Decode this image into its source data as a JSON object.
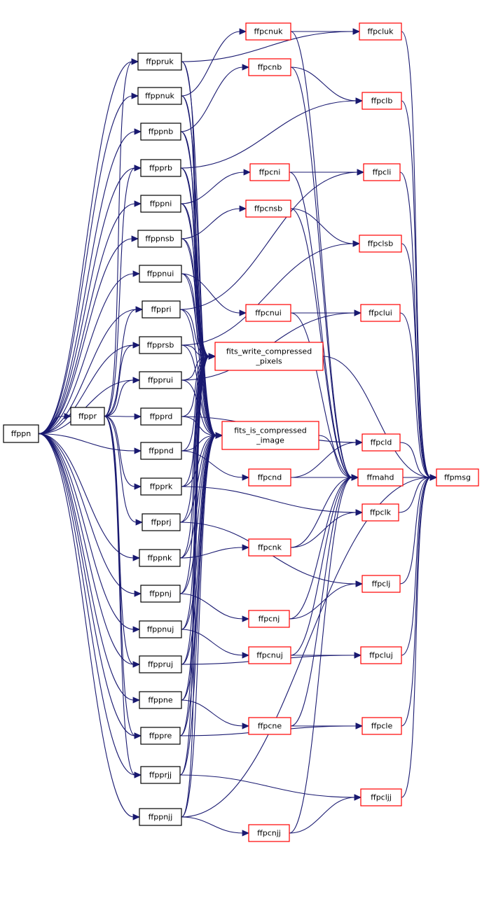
{
  "colors": {
    "edge": "#191970",
    "root_fill": "#bfbfbf",
    "root_stroke": "#000000",
    "mid_stroke": "#000000",
    "leaf_stroke": "#ff0000"
  },
  "graph": {
    "nodes": [
      {
        "id": "ffppn",
        "label": "ffppn",
        "kind": "root"
      },
      {
        "id": "ffppr",
        "label": "ffppr",
        "kind": "mid"
      },
      {
        "id": "ffppruk",
        "label": "ffppruk",
        "kind": "mid"
      },
      {
        "id": "ffppnuk",
        "label": "ffppnuk",
        "kind": "mid"
      },
      {
        "id": "ffppnb",
        "label": "ffppnb",
        "kind": "mid"
      },
      {
        "id": "ffpprb",
        "label": "ffpprb",
        "kind": "mid"
      },
      {
        "id": "ffppni",
        "label": "ffppni",
        "kind": "mid"
      },
      {
        "id": "ffppnsb",
        "label": "ffppnsb",
        "kind": "mid"
      },
      {
        "id": "ffppnui",
        "label": "ffppnui",
        "kind": "mid"
      },
      {
        "id": "ffppri",
        "label": "ffppri",
        "kind": "mid"
      },
      {
        "id": "ffpprsb",
        "label": "ffpprsb",
        "kind": "mid"
      },
      {
        "id": "ffpprui",
        "label": "ffpprui",
        "kind": "mid"
      },
      {
        "id": "ffpprd",
        "label": "ffpprd",
        "kind": "mid"
      },
      {
        "id": "ffppnd",
        "label": "ffppnd",
        "kind": "mid"
      },
      {
        "id": "ffpprk",
        "label": "ffpprk",
        "kind": "mid"
      },
      {
        "id": "ffpprj",
        "label": "ffpprj",
        "kind": "mid"
      },
      {
        "id": "ffppnk",
        "label": "ffppnk",
        "kind": "mid"
      },
      {
        "id": "ffppnj",
        "label": "ffppnj",
        "kind": "mid"
      },
      {
        "id": "ffppnuj",
        "label": "ffppnuj",
        "kind": "mid"
      },
      {
        "id": "ffppruj",
        "label": "ffppruj",
        "kind": "mid"
      },
      {
        "id": "ffppne",
        "label": "ffppne",
        "kind": "mid"
      },
      {
        "id": "ffppre",
        "label": "ffppre",
        "kind": "mid"
      },
      {
        "id": "ffpprjj",
        "label": "ffpprjj",
        "kind": "mid"
      },
      {
        "id": "ffppnjj",
        "label": "ffppnjj",
        "kind": "mid"
      },
      {
        "id": "ffpcnuk",
        "label": "ffpcnuk",
        "kind": "leaf"
      },
      {
        "id": "ffpcnb",
        "label": "ffpcnb",
        "kind": "leaf"
      },
      {
        "id": "ffpcni",
        "label": "ffpcni",
        "kind": "leaf"
      },
      {
        "id": "ffpcnsb",
        "label": "ffpcnsb",
        "kind": "leaf"
      },
      {
        "id": "ffpcnui",
        "label": "ffpcnui",
        "kind": "leaf"
      },
      {
        "id": "fits_write_compressed_pixels",
        "label": "fits_write_compressed\n_pixels",
        "kind": "leaf"
      },
      {
        "id": "fits_is_compressed_image",
        "label": "fits_is_compressed\n_image",
        "kind": "leaf"
      },
      {
        "id": "ffpcnd",
        "label": "ffpcnd",
        "kind": "leaf"
      },
      {
        "id": "ffpcnk",
        "label": "ffpcnk",
        "kind": "leaf"
      },
      {
        "id": "ffpcnj",
        "label": "ffpcnj",
        "kind": "leaf"
      },
      {
        "id": "ffpcnuj",
        "label": "ffpcnuj",
        "kind": "leaf"
      },
      {
        "id": "ffpcne",
        "label": "ffpcne",
        "kind": "leaf"
      },
      {
        "id": "ffpcnjj",
        "label": "ffpcnjj",
        "kind": "leaf"
      },
      {
        "id": "ffpcluk",
        "label": "ffpcluk",
        "kind": "leaf"
      },
      {
        "id": "ffpclb",
        "label": "ffpclb",
        "kind": "leaf"
      },
      {
        "id": "ffpcli",
        "label": "ffpcli",
        "kind": "leaf"
      },
      {
        "id": "ffpclsb",
        "label": "ffpclsb",
        "kind": "leaf"
      },
      {
        "id": "ffpclui",
        "label": "ffpclui",
        "kind": "leaf"
      },
      {
        "id": "ffpcld",
        "label": "ffpcld",
        "kind": "leaf"
      },
      {
        "id": "ffmahd",
        "label": "ffmahd",
        "kind": "leaf"
      },
      {
        "id": "ffpclk",
        "label": "ffpclk",
        "kind": "leaf"
      },
      {
        "id": "ffpclj",
        "label": "ffpclj",
        "kind": "leaf"
      },
      {
        "id": "ffpcluj",
        "label": "ffpcluj",
        "kind": "leaf"
      },
      {
        "id": "ffpcle",
        "label": "ffpcle",
        "kind": "leaf"
      },
      {
        "id": "ffpcljj",
        "label": "ffpcljj",
        "kind": "leaf"
      },
      {
        "id": "ffpmsg",
        "label": "ffpmsg",
        "kind": "leaf"
      }
    ],
    "edges": [
      [
        "ffppn",
        "ffppr"
      ],
      [
        "ffppn",
        "ffppruk"
      ],
      [
        "ffppn",
        "ffppnuk"
      ],
      [
        "ffppn",
        "ffppnb"
      ],
      [
        "ffppn",
        "ffpprb"
      ],
      [
        "ffppn",
        "ffppni"
      ],
      [
        "ffppn",
        "ffppnsb"
      ],
      [
        "ffppn",
        "ffppnui"
      ],
      [
        "ffppn",
        "ffppri"
      ],
      [
        "ffppn",
        "ffpprsb"
      ],
      [
        "ffppn",
        "ffpprui"
      ],
      [
        "ffppn",
        "ffppnd"
      ],
      [
        "ffppn",
        "ffppnk"
      ],
      [
        "ffppn",
        "ffppnj"
      ],
      [
        "ffppn",
        "ffppnuj"
      ],
      [
        "ffppn",
        "ffppruj"
      ],
      [
        "ffppn",
        "ffppne"
      ],
      [
        "ffppn",
        "ffppre"
      ],
      [
        "ffppn",
        "ffpprjj"
      ],
      [
        "ffppn",
        "ffppnjj"
      ],
      [
        "ffppr",
        "ffppruk"
      ],
      [
        "ffppr",
        "ffpprb"
      ],
      [
        "ffppr",
        "ffppri"
      ],
      [
        "ffppr",
        "ffpprsb"
      ],
      [
        "ffppr",
        "ffpprui"
      ],
      [
        "ffppr",
        "ffpprd"
      ],
      [
        "ffppr",
        "ffpprk"
      ],
      [
        "ffppr",
        "ffpprj"
      ],
      [
        "ffppr",
        "ffppruj"
      ],
      [
        "ffppr",
        "ffppre"
      ],
      [
        "ffppr",
        "ffpprjj"
      ],
      [
        "ffppruk",
        "ffpcluk"
      ],
      [
        "ffppruk",
        "fits_write_compressed_pixels"
      ],
      [
        "ffppruk",
        "fits_is_compressed_image"
      ],
      [
        "ffppnuk",
        "ffpcnuk"
      ],
      [
        "ffppnuk",
        "fits_write_compressed_pixels"
      ],
      [
        "ffppnuk",
        "fits_is_compressed_image"
      ],
      [
        "ffppnb",
        "ffpcnb"
      ],
      [
        "ffppnb",
        "fits_write_compressed_pixels"
      ],
      [
        "ffppnb",
        "fits_is_compressed_image"
      ],
      [
        "ffpprb",
        "ffpclb"
      ],
      [
        "ffpprb",
        "fits_write_compressed_pixels"
      ],
      [
        "ffpprb",
        "fits_is_compressed_image"
      ],
      [
        "ffppni",
        "ffpcni"
      ],
      [
        "ffppni",
        "fits_write_compressed_pixels"
      ],
      [
        "ffppni",
        "fits_is_compressed_image"
      ],
      [
        "ffppnsb",
        "ffpcnsb"
      ],
      [
        "ffppnsb",
        "fits_write_compressed_pixels"
      ],
      [
        "ffppnsb",
        "fits_is_compressed_image"
      ],
      [
        "ffppnui",
        "ffpcnui"
      ],
      [
        "ffppnui",
        "fits_write_compressed_pixels"
      ],
      [
        "ffppnui",
        "fits_is_compressed_image"
      ],
      [
        "ffppri",
        "ffpcli"
      ],
      [
        "ffppri",
        "fits_write_compressed_pixels"
      ],
      [
        "ffppri",
        "fits_is_compressed_image"
      ],
      [
        "ffpprsb",
        "ffpclsb"
      ],
      [
        "ffpprsb",
        "fits_write_compressed_pixels"
      ],
      [
        "ffpprsb",
        "fits_is_compressed_image"
      ],
      [
        "ffpprui",
        "ffpclui"
      ],
      [
        "ffpprui",
        "fits_write_compressed_pixels"
      ],
      [
        "ffpprui",
        "fits_is_compressed_image"
      ],
      [
        "ffpprd",
        "ffpcld"
      ],
      [
        "ffpprd",
        "fits_write_compressed_pixels"
      ],
      [
        "ffpprd",
        "fits_is_compressed_image"
      ],
      [
        "ffppnd",
        "ffpcnd"
      ],
      [
        "ffppnd",
        "fits_write_compressed_pixels"
      ],
      [
        "ffppnd",
        "fits_is_compressed_image"
      ],
      [
        "ffpprk",
        "ffpclk"
      ],
      [
        "ffpprk",
        "fits_write_compressed_pixels"
      ],
      [
        "ffpprk",
        "fits_is_compressed_image"
      ],
      [
        "ffpprj",
        "ffpclj"
      ],
      [
        "ffpprj",
        "fits_write_compressed_pixels"
      ],
      [
        "ffpprj",
        "fits_is_compressed_image"
      ],
      [
        "ffppnk",
        "ffpcnk"
      ],
      [
        "ffppnk",
        "fits_write_compressed_pixels"
      ],
      [
        "ffppnk",
        "fits_is_compressed_image"
      ],
      [
        "ffppnj",
        "ffpcnj"
      ],
      [
        "ffppnj",
        "fits_write_compressed_pixels"
      ],
      [
        "ffppnj",
        "fits_is_compressed_image"
      ],
      [
        "ffppnuj",
        "ffpcnuj"
      ],
      [
        "ffppnuj",
        "fits_write_compressed_pixels"
      ],
      [
        "ffppnuj",
        "fits_is_compressed_image"
      ],
      [
        "ffppruj",
        "ffpcluj"
      ],
      [
        "ffppruj",
        "fits_write_compressed_pixels"
      ],
      [
        "ffppruj",
        "fits_is_compressed_image"
      ],
      [
        "ffppne",
        "ffpcne"
      ],
      [
        "ffppne",
        "fits_write_compressed_pixels"
      ],
      [
        "ffppne",
        "fits_is_compressed_image"
      ],
      [
        "ffppre",
        "ffpcle"
      ],
      [
        "ffppre",
        "fits_write_compressed_pixels"
      ],
      [
        "ffppre",
        "fits_is_compressed_image"
      ],
      [
        "ffpprjj",
        "ffpcljj"
      ],
      [
        "ffpprjj",
        "fits_write_compressed_pixels"
      ],
      [
        "ffpprjj",
        "fits_is_compressed_image"
      ],
      [
        "ffppnjj",
        "ffpcnjj"
      ],
      [
        "ffppnjj",
        "ffpmsg"
      ],
      [
        "ffppnjj",
        "fits_write_compressed_pixels"
      ],
      [
        "ffppnjj",
        "fits_is_compressed_image"
      ],
      [
        "ffpcnuk",
        "ffpcluk"
      ],
      [
        "ffpcnuk",
        "ffmahd"
      ],
      [
        "ffpcnb",
        "ffpclb"
      ],
      [
        "ffpcnb",
        "ffmahd"
      ],
      [
        "ffpcni",
        "ffpcli"
      ],
      [
        "ffpcni",
        "ffmahd"
      ],
      [
        "ffpcnsb",
        "ffpclsb"
      ],
      [
        "ffpcnsb",
        "ffmahd"
      ],
      [
        "ffpcnui",
        "ffpclui"
      ],
      [
        "ffpcnui",
        "ffmahd"
      ],
      [
        "fits_write_compressed_pixels",
        "ffpmsg"
      ],
      [
        "fits_is_compressed_image",
        "ffmahd"
      ],
      [
        "ffpcnd",
        "ffpcld"
      ],
      [
        "ffpcnd",
        "ffmahd"
      ],
      [
        "ffpcnk",
        "ffpclk"
      ],
      [
        "ffpcnk",
        "ffmahd"
      ],
      [
        "ffpcnj",
        "ffpclj"
      ],
      [
        "ffpcnj",
        "ffmahd"
      ],
      [
        "ffpcnuj",
        "ffpcluj"
      ],
      [
        "ffpcnuj",
        "ffmahd"
      ],
      [
        "ffpcne",
        "ffpcle"
      ],
      [
        "ffpcne",
        "ffmahd"
      ],
      [
        "ffpcnjj",
        "ffpcljj"
      ],
      [
        "ffpcnjj",
        "ffmahd"
      ],
      [
        "ffpcluk",
        "ffpmsg"
      ],
      [
        "ffpclb",
        "ffpmsg"
      ],
      [
        "ffpcli",
        "ffpmsg"
      ],
      [
        "ffpclsb",
        "ffpmsg"
      ],
      [
        "ffpclui",
        "ffpmsg"
      ],
      [
        "ffpcld",
        "ffpmsg"
      ],
      [
        "ffmahd",
        "ffpmsg"
      ],
      [
        "ffpclk",
        "ffpmsg"
      ],
      [
        "ffpclj",
        "ffpmsg"
      ],
      [
        "ffpcluj",
        "ffpmsg"
      ],
      [
        "ffpcle",
        "ffpmsg"
      ],
      [
        "ffpcljj",
        "ffpmsg"
      ]
    ]
  }
}
